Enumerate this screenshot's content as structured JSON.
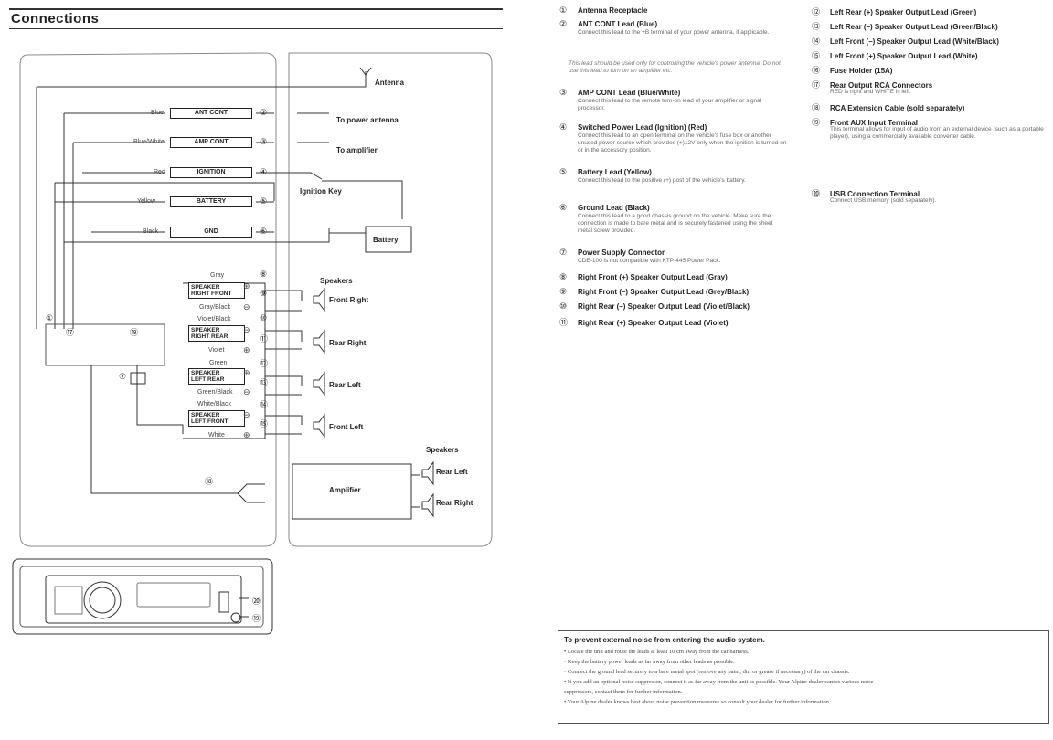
{
  "page": {
    "title": "Connections"
  },
  "diagram": {
    "labels": {
      "antenna": "Antenna",
      "to_power_antenna": "To power antenna",
      "to_amplifier": "To amplifier",
      "ignition_key": "Ignition Key",
      "battery": "Battery",
      "speakers_top": "Speakers",
      "front_right": "Front Right",
      "rear_right": "Rear Right",
      "rear_left": "Rear Left",
      "front_left": "Front Left",
      "speakers_bottom": "Speakers",
      "amplifier": "Amplifier",
      "amp_rear_left": "Rear Left",
      "amp_rear_right": "Rear Right"
    },
    "leads": [
      {
        "color": "Blue",
        "box": "ANT CONT",
        "num": "②"
      },
      {
        "color": "Blue/White",
        "box": "AMP CONT",
        "num": "③"
      },
      {
        "color": "Red",
        "box": "IGNITION",
        "num": "④"
      },
      {
        "color": "Yellow",
        "box": "BATTERY",
        "num": "⑤"
      },
      {
        "color": "Black",
        "box": "GND",
        "num": "⑥"
      }
    ],
    "speaker_leads": [
      {
        "top": "Gray",
        "box1": "SPEAKER",
        "box2": "RIGHT FRONT",
        "bottom": "Gray/Black",
        "n1": "⑧",
        "n2": "⑨",
        "pol1": "⊕",
        "pol2": "⊖"
      },
      {
        "top": "Violet/Black",
        "box1": "SPEAKER",
        "box2": "RIGHT REAR",
        "bottom": "Violet",
        "n1": "⑩",
        "n2": "⑪",
        "pol1": "⊖",
        "pol2": "⊕"
      },
      {
        "top": "Green",
        "box1": "SPEAKER",
        "box2": "LEFT REAR",
        "bottom": "Green/Black",
        "n1": "⑫",
        "n2": "⑬",
        "pol1": "⊕",
        "pol2": "⊖"
      },
      {
        "top": "White/Black",
        "box1": "SPEAKER",
        "box2": "LEFT FRONT",
        "bottom": "White",
        "n1": "⑭",
        "n2": "⑮",
        "pol1": "⊖",
        "pol2": "⊕"
      }
    ],
    "markers": {
      "m1": "①",
      "m17": "⑰",
      "m19": "⑲",
      "m7": "⑦",
      "m18": "⑱",
      "m20": "⑳",
      "m19b": "⑲"
    }
  },
  "list_left": [
    {
      "n": "①",
      "title": "Antenna Receptacle",
      "desc": ""
    },
    {
      "n": "②",
      "title": "ANT CONT Lead (Blue)",
      "desc": "Connect this lead to the +B terminal of your power antenna, if applicable."
    },
    {
      "n": "③",
      "title": "AMP CONT Lead (Blue/White)",
      "desc": "Connect this lead to the remote turn-on lead of your amplifier or signal processor."
    },
    {
      "n": "④",
      "title": "Switched Power Lead (Ignition) (Red)",
      "desc": "Connect this lead to an open terminal on the vehicle's fuse box or another unused power source which provides (+)12V only when the ignition is turned on or in the accessory position."
    },
    {
      "n": "⑤",
      "title": "Battery Lead (Yellow)",
      "desc": "Connect this lead to the positive (+) post of the vehicle's battery."
    },
    {
      "n": "⑥",
      "title": "Ground Lead (Black)",
      "desc": "Connect this lead to a good chassis ground on the vehicle. Make sure the connection is made to bare metal and is securely fastened using the sheet metal screw provided."
    },
    {
      "n": "⑦",
      "title": "Power Supply Connector",
      "desc": "CDE-100 is not compatible with KTP-445 Power Pack."
    },
    {
      "n": "⑧",
      "title": "Right Front (+) Speaker Output Lead (Gray)",
      "desc": ""
    },
    {
      "n": "⑨",
      "title": "Right Front (–) Speaker Output Lead (Grey/Black)",
      "desc": ""
    },
    {
      "n": "⑩",
      "title": "Right Rear (–) Speaker Output Lead (Violet/Black)",
      "desc": ""
    },
    {
      "n": "⑪",
      "title": "Right Rear (+) Speaker Output Lead (Violet)",
      "desc": ""
    }
  ],
  "note_ant": "This lead should be used only for controlling the vehicle's power antenna. Do not use this lead to turn on an amplifier etc.",
  "list_right": [
    {
      "n": "⑫",
      "title": "Left Rear (+) Speaker Output Lead (Green)",
      "desc": ""
    },
    {
      "n": "⑬",
      "title": "Left Rear (–) Speaker Output Lead (Green/Black)",
      "desc": ""
    },
    {
      "n": "⑭",
      "title": "Left Front (–) Speaker Output Lead (White/Black)",
      "desc": ""
    },
    {
      "n": "⑮",
      "title": "Left Front (+) Speaker Output Lead (White)",
      "desc": ""
    },
    {
      "n": "⑯",
      "title": "Fuse Holder (15A)",
      "desc": ""
    },
    {
      "n": "⑰",
      "title": "Rear Output RCA Connectors",
      "desc": "RED is right and WHITE is left."
    },
    {
      "n": "⑱",
      "title": "RCA Extension Cable (sold separately)",
      "desc": ""
    },
    {
      "n": "⑲",
      "title": "Front AUX Input Terminal",
      "desc": "This terminal allows for input of audio from an external device (such as a portable player), using a commercially available converter cable."
    },
    {
      "n": "⑳",
      "title": "USB Connection Terminal",
      "desc": "Connect USB memory (sold separately)."
    }
  ],
  "noise": {
    "heading": "To prevent external noise from entering the audio system.",
    "bullets": [
      "• Locate the unit and route the leads at least 10 cm away from the car harness.",
      "• Keep the battery power leads as far away from other leads as possible.",
      "• Connect the ground lead securely to a bare metal spot (remove any paint, dirt or grease if necessary) of the car chassis.",
      "• If you add an optional noise suppressor, connect it as far away from the unit as possible. Your Alpine dealer carries various noise",
      "  suppressors, contact them for further information.",
      "• Your Alpine dealer knows best about noise prevention measures so consult your dealer for further information."
    ]
  }
}
